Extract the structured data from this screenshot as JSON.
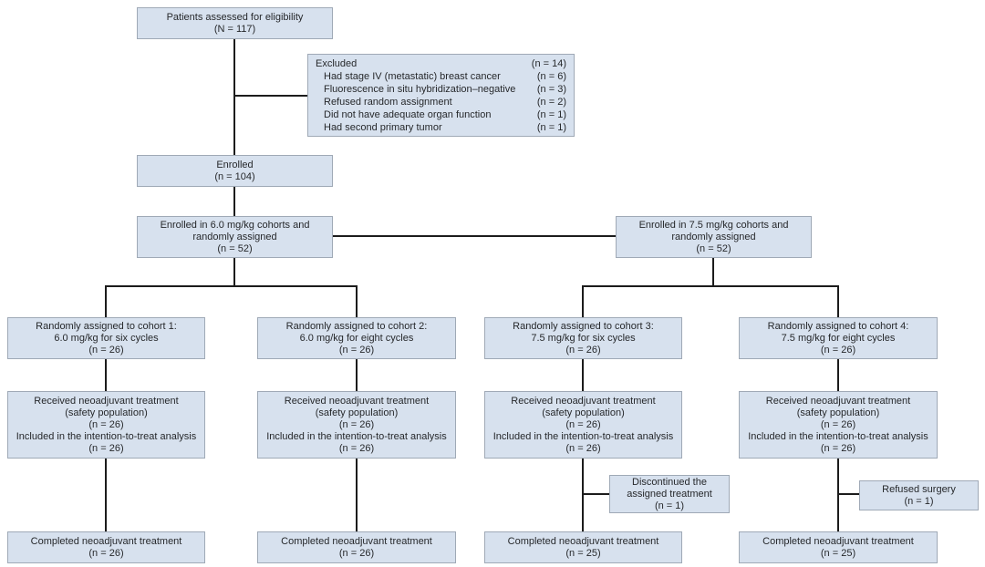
{
  "figure": {
    "kind": "CONSORT patient flow diagram"
  },
  "colors": {
    "box_fill": "#d7e1ee",
    "box_border": "#9fa9b6",
    "connector": "#1c1c1c",
    "text": "#26282b"
  },
  "boxes": {
    "eligibility": [
      "Patients assessed for eligibility",
      "(N = 117)"
    ],
    "enrolled": [
      "Enrolled",
      "(n = 104)"
    ],
    "arm60": [
      "Enrolled in 6.0 mg/kg cohorts and",
      "randomly assigned",
      "(n = 52)"
    ],
    "arm75": [
      "Enrolled in 7.5 mg/kg cohorts and",
      "randomly assigned",
      "(n = 52)"
    ],
    "cohort1": [
      "Randomly assigned to cohort 1:",
      "6.0 mg/kg for six cycles",
      "(n = 26)"
    ],
    "cohort2": [
      "Randomly assigned to cohort 2:",
      "6.0 mg/kg for eight cycles",
      "(n = 26)"
    ],
    "cohort3": [
      "Randomly assigned to cohort 3:",
      "7.5 mg/kg for six cycles",
      "(n = 26)"
    ],
    "cohort4": [
      "Randomly assigned to cohort 4:",
      "7.5 mg/kg for eight cycles",
      "(n = 26)"
    ],
    "received1": [
      "Received neoadjuvant treatment",
      "(safety population)",
      "(n = 26)",
      "Included in the intention-to-treat analysis",
      "(n = 26)"
    ],
    "received2": [
      "Received neoadjuvant treatment",
      "(safety population)",
      "(n = 26)",
      "Included in the intention-to-treat analysis",
      "(n = 26)"
    ],
    "received3": [
      "Received neoadjuvant treatment",
      "(safety population)",
      "(n = 26)",
      "Included in the intention-to-treat analysis",
      "(n = 26)"
    ],
    "received4": [
      "Received neoadjuvant treatment",
      "(safety population)",
      "(n = 26)",
      "Included in the intention-to-treat analysis",
      "(n = 26)"
    ],
    "discontinued": [
      "Discontinued the",
      "assigned treatment",
      "(n = 1)"
    ],
    "refused": [
      "Refused surgery",
      "(n = 1)"
    ],
    "completed1": [
      "Completed neoadjuvant treatment",
      "(n = 26)"
    ],
    "completed2": [
      "Completed neoadjuvant treatment",
      "(n = 26)"
    ],
    "completed3": [
      "Completed neoadjuvant treatment",
      "(n = 25)"
    ],
    "completed4": [
      "Completed neoadjuvant treatment",
      "(n = 25)"
    ]
  },
  "excluded_rows": [
    {
      "label": "Excluded",
      "count": "(n = 14)"
    },
    {
      "label": "Had stage IV (metastatic) breast cancer",
      "count": "(n = 6)"
    },
    {
      "label": "Fluorescence in situ hybridization–negative",
      "count": "(n = 3)"
    },
    {
      "label": "Refused random assignment",
      "count": "(n = 2)"
    },
    {
      "label": "Did not have adequate organ function",
      "count": "(n = 1)"
    },
    {
      "label": "Had second primary tumor",
      "count": "(n = 1)"
    }
  ]
}
